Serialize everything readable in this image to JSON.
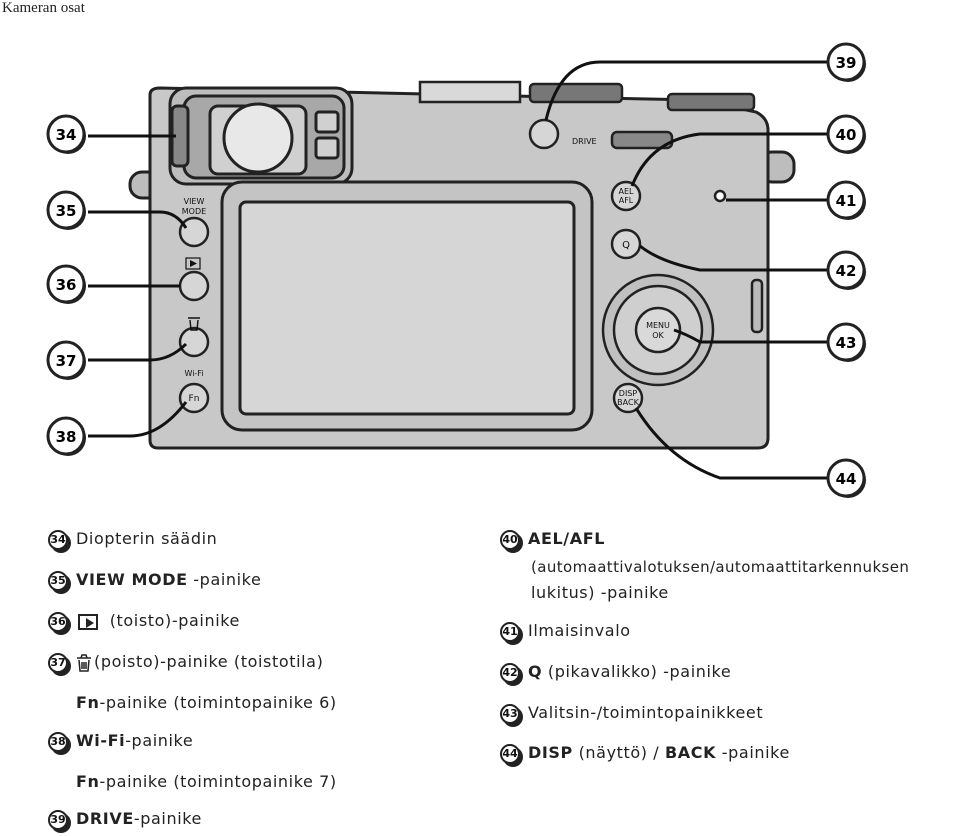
{
  "page": {
    "title": "Kameran osat"
  },
  "figure": {
    "callouts": [
      "34",
      "35",
      "36",
      "37",
      "38",
      "39",
      "40",
      "41",
      "42",
      "43",
      "44"
    ],
    "camera_labels": {
      "view_mode": [
        "VIEW",
        "MODE"
      ],
      "wifi": "Wi-Fi",
      "fn": "Fn",
      "drive": "DRIVE",
      "ael_afl": [
        "AEL",
        "AFL"
      ],
      "q": "Q",
      "menu_ok": [
        "MENU",
        "OK"
      ],
      "disp_back": [
        "DISP",
        "BACK"
      ]
    }
  },
  "legend_left": [
    {
      "num": "34",
      "text": "Diopterin säädin"
    },
    {
      "num": "35",
      "bold": "VIEW MODE",
      "text": " -painike"
    },
    {
      "num": "36",
      "icon": "play-icon",
      "text": "(toisto)-painike"
    },
    {
      "num": "37",
      "icon": "trash-icon",
      "text": "(poisto)-painike (toistotila)"
    },
    {
      "num": "",
      "bold": "Fn",
      "text": "-painike (toimintopainike 6)"
    },
    {
      "num": "38",
      "bold": "Wi-Fi",
      "text": "-painike"
    },
    {
      "num": "",
      "bold": "Fn",
      "text": "-painike (toimintopainike 7)"
    },
    {
      "num": "39",
      "bold": "DRIVE",
      "text": "-painike"
    }
  ],
  "legend_right": [
    {
      "num": "40",
      "bold": "AEL/AFL",
      "text": "",
      "line2": "(automaattivalotuksen/automaattitarkennuksen",
      "line3": "lukitus) -painike"
    },
    {
      "num": "41",
      "text": "Ilmaisinvalo"
    },
    {
      "num": "42",
      "bold": "Q",
      "text": " (pikavalikko) -painike"
    },
    {
      "num": "43",
      "text": "Valitsin-/toimintopainikkeet"
    },
    {
      "num": "44",
      "bold": "DISP",
      "text": " (näyttö) / ",
      "bold2": "BACK",
      "text2": " -painike"
    }
  ]
}
